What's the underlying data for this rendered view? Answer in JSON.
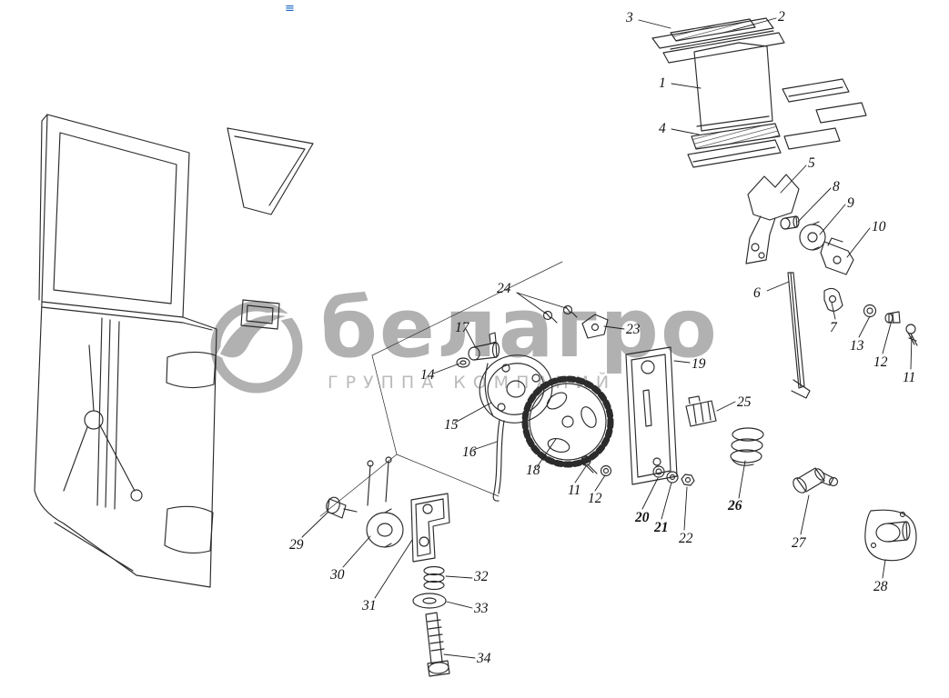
{
  "watermark": {
    "brand": "белагро",
    "subtitle": "ГРУППА КОМПАНИЙ",
    "color": "#a9a9a9"
  },
  "window": {
    "artifact_glyph": "≡"
  },
  "diagram": {
    "callouts": [
      {
        "n": "3"
      },
      {
        "n": "2"
      },
      {
        "n": "1"
      },
      {
        "n": "4"
      },
      {
        "n": "5"
      },
      {
        "n": "8"
      },
      {
        "n": "9"
      },
      {
        "n": "10"
      },
      {
        "n": "6"
      },
      {
        "n": "7"
      },
      {
        "n": "13"
      },
      {
        "n": "12"
      },
      {
        "n": "11"
      },
      {
        "n": "24"
      },
      {
        "n": "23"
      },
      {
        "n": "17"
      },
      {
        "n": "14"
      },
      {
        "n": "19"
      },
      {
        "n": "15"
      },
      {
        "n": "16"
      },
      {
        "n": "18"
      },
      {
        "n": "11"
      },
      {
        "n": "12"
      },
      {
        "n": "20"
      },
      {
        "n": "21"
      },
      {
        "n": "22"
      },
      {
        "n": "25"
      },
      {
        "n": "26"
      },
      {
        "n": "27"
      },
      {
        "n": "28"
      },
      {
        "n": "29"
      },
      {
        "n": "30"
      },
      {
        "n": "31"
      },
      {
        "n": "32"
      },
      {
        "n": "33"
      },
      {
        "n": "34"
      }
    ]
  }
}
